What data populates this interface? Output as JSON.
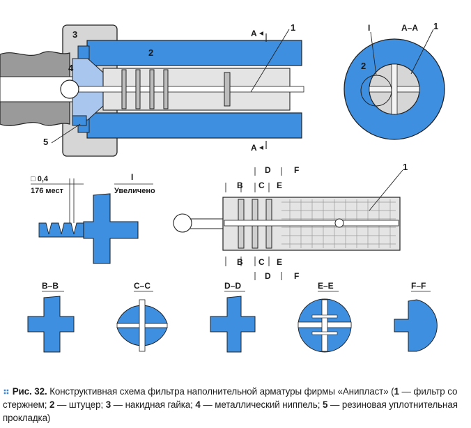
{
  "labels": {
    "top": {
      "n1": "1",
      "n2": "2",
      "n3": "3",
      "n4": "4",
      "n5": "5",
      "aa_top": "A",
      "aa_bottom": "A"
    },
    "circle": {
      "title": "A–A",
      "roman": "I",
      "n1": "1",
      "n2": "2"
    },
    "detail": {
      "spec": "□ 0,4",
      "count": "176 мест",
      "roman": "I",
      "zoom": "Увеличено"
    },
    "filter": {
      "n1": "1",
      "B": "B",
      "C": "C",
      "D": "D",
      "E": "E",
      "F": "F"
    },
    "sections": [
      "B–B",
      "C–C",
      "D–D",
      "E–E",
      "F–F"
    ]
  },
  "caption": {
    "figure": "Рис. 32.",
    "lead": "Конструктивная схема фильтра наполнительной арматуры фирмы «Анипласт» (",
    "items": [
      {
        "num": "1",
        "text": " — фильтр со стержнем; "
      },
      {
        "num": "2",
        "text": " — штуцер; "
      },
      {
        "num": "3",
        "text": " — накидная гайка; "
      },
      {
        "num": "4",
        "text": " — металлический ниппель; "
      },
      {
        "num": "5",
        "text": " — резиновая уплотнительная прокладка)"
      }
    ]
  },
  "colors": {
    "blue": "#3f8fe0",
    "light_blue": "#a9c6ee",
    "gray": "#d6d6d6",
    "dark_gray": "#9a9a9a",
    "outline": "#222222"
  }
}
